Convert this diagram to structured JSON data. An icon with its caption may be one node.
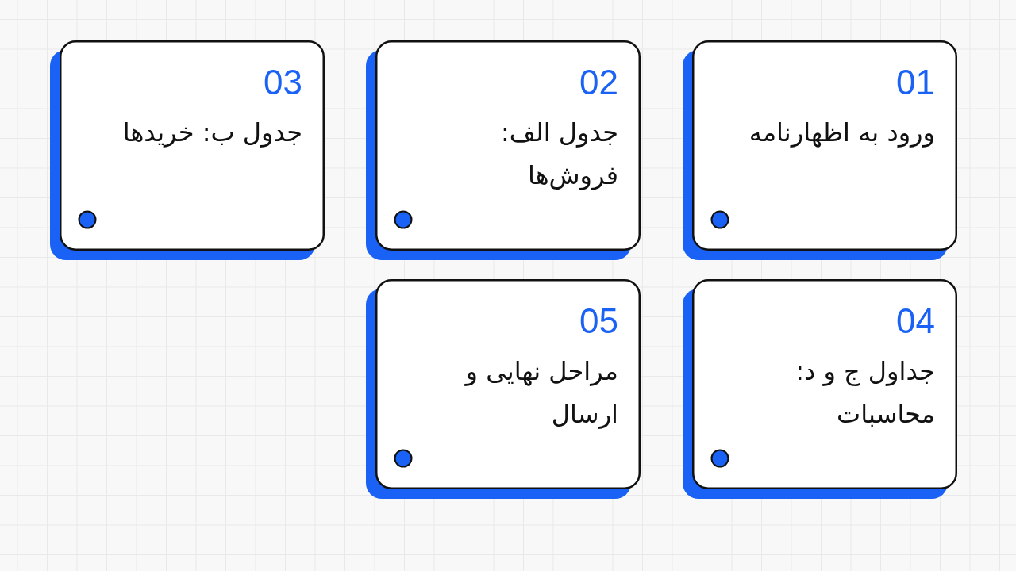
{
  "diagram": {
    "nodes": [
      {
        "text": [
          "01",
          "ورود به اظهارنامه"
        ]
      },
      {
        "text": [
          "02",
          "جدول الف: فروش‌ها"
        ]
      },
      {
        "text": [
          "03",
          "جدول ب: خریدها"
        ]
      },
      {
        "text": [
          "04",
          "جداول ج و د: محاسبات"
        ]
      },
      {
        "text": [
          "05",
          "مراحل نهایی و ارسال"
        ]
      }
    ]
  }
}
